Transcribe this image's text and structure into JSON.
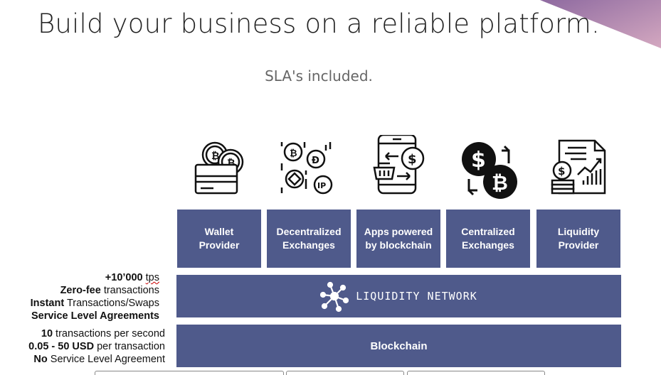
{
  "page": {
    "title": "Build your business on a reliable platform.",
    "subtitle": "SLA's included."
  },
  "colors": {
    "card": "#4f5a8b",
    "text": "#222222",
    "corner": "#b88cae"
  },
  "products": [
    {
      "label": "Wallet\nProvider",
      "icon": "wallet-coins-icon"
    },
    {
      "label": "Decentralized\nExchanges",
      "icon": "crypto-tokens-icon"
    },
    {
      "label": "Apps powered\nby blockchain",
      "icon": "phone-app-icon"
    },
    {
      "label": "Centralized\nExchanges",
      "icon": "exchange-coins-icon"
    },
    {
      "label": "Liquidity\nProvider",
      "icon": "finance-report-icon"
    }
  ],
  "liquidity_network": {
    "label": "LIQUIDITY NETWORK",
    "icon": "network-hub-icon"
  },
  "blockchain": {
    "label": "Blockchain"
  },
  "ln_features": {
    "l1_bold": "+10’000",
    "l1_rest": "tps",
    "l2_bold": "Zero-fee",
    "l2_rest": "transactions",
    "l3_bold": "Instant",
    "l3_rest": "Transactions/Swaps",
    "l4_bold": "Service Level Agreements"
  },
  "bc_features": {
    "l1_bold": "10",
    "l1_rest": "transactions per second",
    "l2_bold": "0.05 - 50 USD",
    "l2_rest": "per transaction",
    "l3_bold": "No",
    "l3_rest": "Service Level Agreement"
  }
}
